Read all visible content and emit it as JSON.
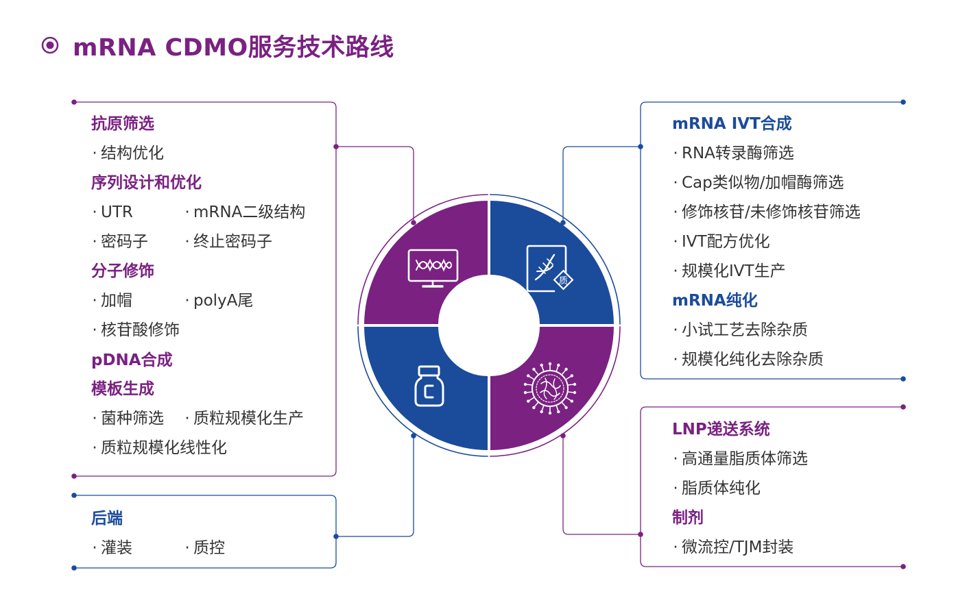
{
  "title": "mRNA CDMO服务技术路线",
  "colors": {
    "purple": "#7a2182",
    "blue": "#1b4b9b"
  },
  "left_top": {
    "s1_head": "抗原筛选",
    "s1_items": [
      "结构优化"
    ],
    "s2_head": "序列设计和优化",
    "s2_items": [
      "UTR",
      "mRNA二级结构",
      "密码子",
      "终止密码子"
    ],
    "s3_head": "分子修饰",
    "s3_items": [
      "加帽",
      "polyA尾",
      "核苷酸修饰"
    ],
    "s4_head": "pDNA合成",
    "s5_head": "模板生成",
    "s5_items": [
      "菌种筛选",
      "质粒规模化生产",
      "质粒规模化线性化"
    ]
  },
  "left_bottom": {
    "head": "后端",
    "items": [
      "灌装",
      "质控"
    ]
  },
  "right_top": {
    "s1_head": "mRNA IVT合成",
    "s1_items": [
      "RNA转录酶筛选",
      "Cap类似物/加帽酶筛选",
      "修饰核苷/未修饰核苷筛选",
      "IVT配方优化",
      "规模化IVT生产"
    ],
    "s2_head": "mRNA纯化",
    "s2_items": [
      "小试工艺去除杂质",
      "规模化纯化去除杂质"
    ]
  },
  "right_bottom": {
    "s1_head": "LNP递送系统",
    "s1_items": [
      "高通量脂质体筛选",
      "脂质体纯化"
    ],
    "s2_head": "制剂",
    "s2_items": [
      "微流控/TJM封装"
    ]
  },
  "icons": {
    "q1": "monitor-dna-icon",
    "q2": "dna-quality-document-icon",
    "q2_badge": "质",
    "q3": "vial-icon",
    "q4": "virus-particle-icon"
  }
}
